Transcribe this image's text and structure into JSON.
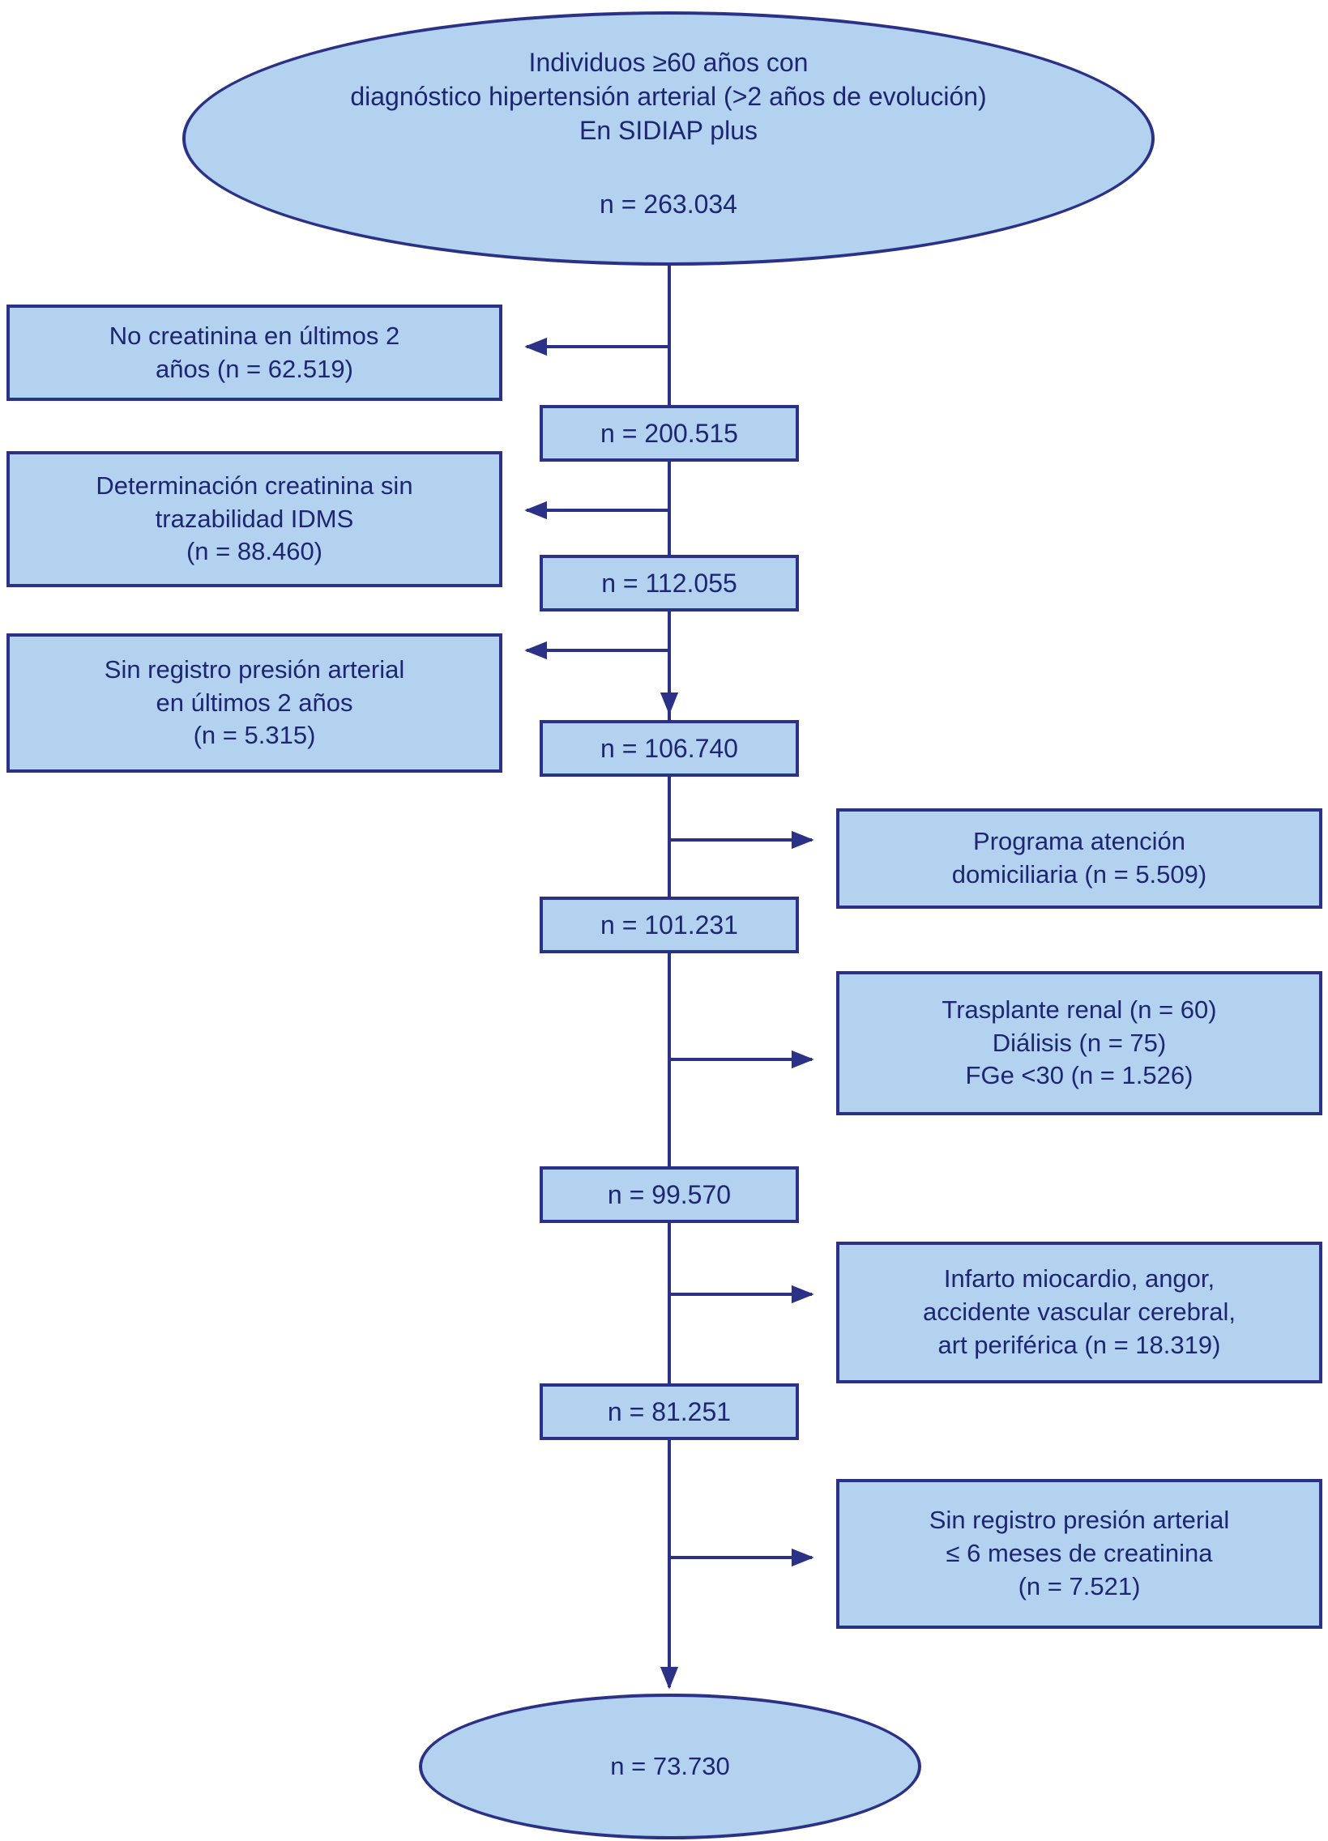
{
  "colors": {
    "fill": "#b3d2f0",
    "border": "#2b3186",
    "text": "#1e2673"
  },
  "top_ellipse": {
    "text": "Individuos ≥60 años con\ndiagnóstico hipertensión arterial (>2 años de evolución)\nEn SIDIAP plus",
    "n": "n = 263.034"
  },
  "center_boxes": [
    {
      "n": "n = 200.515"
    },
    {
      "n": "n = 112.055"
    },
    {
      "n": "n = 106.740"
    },
    {
      "n": "n = 101.231"
    },
    {
      "n": "n = 99.570"
    },
    {
      "n": "n = 81.251"
    }
  ],
  "left_boxes": [
    {
      "text": "No creatinina en últimos 2\naños (n = 62.519)"
    },
    {
      "text": "Determinación creatinina sin\ntrazabilidad IDMS\n(n = 88.460)"
    },
    {
      "text": "Sin registro presión arterial\nen últimos 2 años\n(n = 5.315)"
    }
  ],
  "right_boxes": [
    {
      "text": "Programa atención\ndomiciliaria (n = 5.509)"
    },
    {
      "text": "Trasplante renal (n = 60)\nDiálisis (n = 75)\nFGe <30 (n = 1.526)"
    },
    {
      "text": "Infarto miocardio, angor,\naccidente vascular cerebral,\nart periférica (n = 18.319)"
    },
    {
      "text": "Sin registro presión arterial\n≤ 6 meses de creatinina\n(n = 7.521)"
    }
  ],
  "bottom_ellipse": {
    "n": "n = 73.730"
  }
}
